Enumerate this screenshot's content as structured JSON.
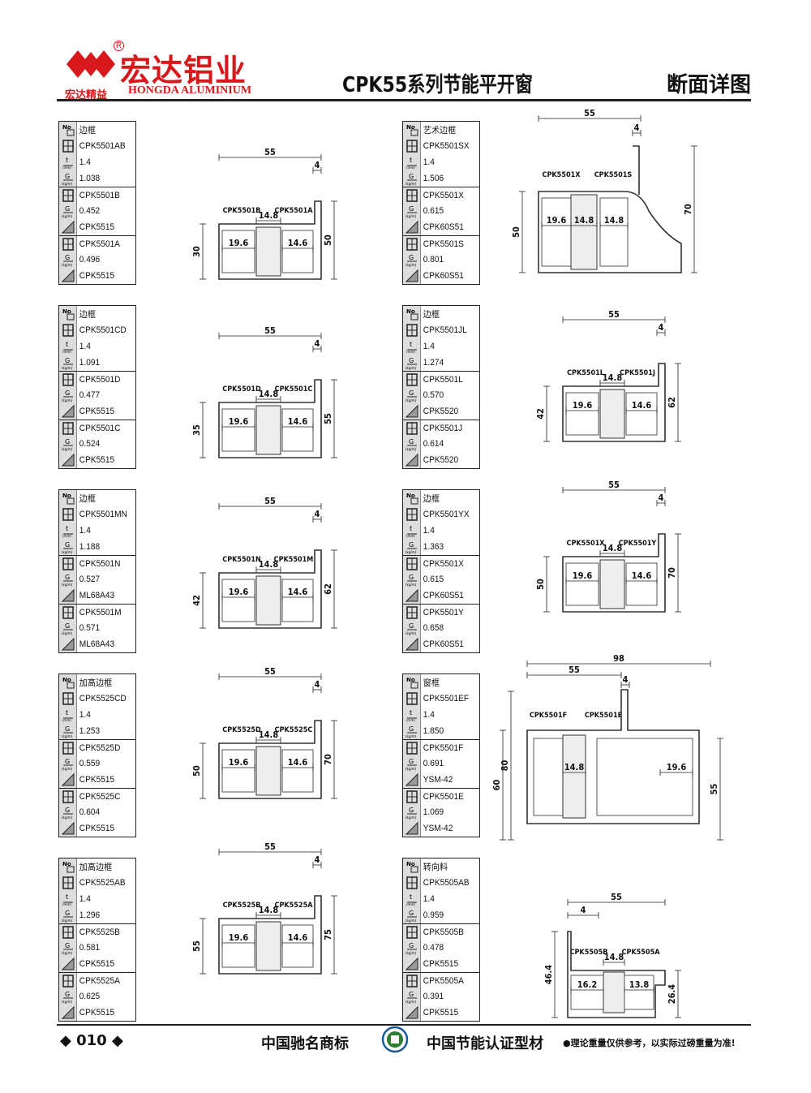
{
  "header": {
    "brand_cn": "宏达铝业",
    "brand_sub_cn": "宏达精益",
    "brand_en": "HONGDA ALUMINIUM",
    "reg_mark": "R",
    "title": "CPK55系列节能平开窗",
    "subtitle": "断面详图"
  },
  "footer": {
    "page": "◆ 010 ◆",
    "text_a": "中国驰名商标",
    "text_b": "中国节能认证型材",
    "text_c": "●理论重量仅供参考，以实际过磅重量为准!"
  },
  "tables": [
    {
      "rows": [
        [
          "name",
          "边框"
        ],
        [
          "code",
          "CPK5501AB"
        ],
        [
          "t",
          "1.4"
        ],
        [
          "g",
          "1.038"
        ],
        [
          "code",
          "CPK5501B"
        ],
        [
          "g",
          "0.452"
        ],
        [
          "die",
          "CPK5515"
        ],
        [
          "code",
          "CPK5501A"
        ],
        [
          "g",
          "0.496"
        ],
        [
          "die",
          "CPK5515"
        ]
      ]
    },
    {
      "rows": [
        [
          "name",
          "艺术边框"
        ],
        [
          "code",
          "CPK5501SX"
        ],
        [
          "t",
          "1.4"
        ],
        [
          "g",
          "1.506"
        ],
        [
          "code",
          "CPK5501X"
        ],
        [
          "g",
          "0.615"
        ],
        [
          "die",
          "CPK60S51"
        ],
        [
          "code",
          "CPK5501S"
        ],
        [
          "g",
          "0.801"
        ],
        [
          "die",
          "CPK60S51"
        ]
      ]
    },
    {
      "rows": [
        [
          "name",
          "边框"
        ],
        [
          "code",
          "CPK5501CD"
        ],
        [
          "t",
          "1.4"
        ],
        [
          "g",
          "1.091"
        ],
        [
          "code",
          "CPK5501D"
        ],
        [
          "g",
          "0.477"
        ],
        [
          "die",
          "CPK5515"
        ],
        [
          "code",
          "CPK5501C"
        ],
        [
          "g",
          "0.524"
        ],
        [
          "die",
          "CPK5515"
        ]
      ]
    },
    {
      "rows": [
        [
          "name",
          "边框"
        ],
        [
          "code",
          "CPK5501JL"
        ],
        [
          "t",
          "1.4"
        ],
        [
          "g",
          "1.274"
        ],
        [
          "code",
          "CPK5501L"
        ],
        [
          "g",
          "0.570"
        ],
        [
          "die",
          "CPK5520"
        ],
        [
          "code",
          "CPK5501J"
        ],
        [
          "g",
          "0.614"
        ],
        [
          "die",
          "CPK5520"
        ]
      ]
    },
    {
      "rows": [
        [
          "name",
          "边框"
        ],
        [
          "code",
          "CPK5501MN"
        ],
        [
          "t",
          "1.4"
        ],
        [
          "g",
          "1.188"
        ],
        [
          "code",
          "CPK5501N"
        ],
        [
          "g",
          "0.527"
        ],
        [
          "die",
          "ML68A43"
        ],
        [
          "code",
          "CPK5501M"
        ],
        [
          "g",
          "0.571"
        ],
        [
          "die",
          "ML68A43"
        ]
      ]
    },
    {
      "rows": [
        [
          "name",
          "边框"
        ],
        [
          "code",
          "CPK5501YX"
        ],
        [
          "t",
          "1.4"
        ],
        [
          "g",
          "1.363"
        ],
        [
          "code",
          "CPK5501X"
        ],
        [
          "g",
          "0.615"
        ],
        [
          "die",
          "CPK60S51"
        ],
        [
          "code",
          "CPK5501Y"
        ],
        [
          "g",
          "0.658"
        ],
        [
          "die",
          "CPK60S51"
        ]
      ]
    },
    {
      "rows": [
        [
          "name",
          "加高边框"
        ],
        [
          "code",
          "CPK5525CD"
        ],
        [
          "t",
          "1.4"
        ],
        [
          "g",
          "1.253"
        ],
        [
          "code",
          "CPK5525D"
        ],
        [
          "g",
          "0.559"
        ],
        [
          "die",
          "CPK5515"
        ],
        [
          "code",
          "CPK5525C"
        ],
        [
          "g",
          "0.604"
        ],
        [
          "die",
          "CPK5515"
        ]
      ]
    },
    {
      "rows": [
        [
          "name",
          "窗框"
        ],
        [
          "code",
          "CPK5501EF"
        ],
        [
          "t",
          "1.4"
        ],
        [
          "g",
          "1.850"
        ],
        [
          "code",
          "CPK5501F"
        ],
        [
          "g",
          "0.691"
        ],
        [
          "die",
          "YSM-42"
        ],
        [
          "code",
          "CPK5501E"
        ],
        [
          "g",
          "1.069"
        ],
        [
          "die",
          "YSM-42"
        ]
      ]
    },
    {
      "rows": [
        [
          "name",
          "加高边框"
        ],
        [
          "code",
          "CPK5525AB"
        ],
        [
          "t",
          "1.4"
        ],
        [
          "g",
          "1.296"
        ],
        [
          "code",
          "CPK5525B"
        ],
        [
          "g",
          "0.581"
        ],
        [
          "die",
          "CPK5515"
        ],
        [
          "code",
          "CPK5525A"
        ],
        [
          "g",
          "0.625"
        ],
        [
          "die",
          "CPK5515"
        ]
      ]
    },
    {
      "rows": [
        [
          "name",
          "转向料"
        ],
        [
          "code",
          "CPK5505AB"
        ],
        [
          "t",
          "1.4"
        ],
        [
          "g",
          "0.959"
        ],
        [
          "code",
          "CPK5505B"
        ],
        [
          "g",
          "0.478"
        ],
        [
          "die",
          "CPK5515"
        ],
        [
          "code",
          "CPK5505A"
        ],
        [
          "g",
          "0.391"
        ],
        [
          "die",
          "CPK5515"
        ]
      ]
    }
  ],
  "drawings": [
    {
      "left": "CPK5501B",
      "right": "CPK5501A",
      "w": "55",
      "s": "4",
      "a": "19.6",
      "b": "14.8",
      "c": "14.6",
      "h1": "30",
      "h2": "50"
    },
    {
      "left": "CPK5501X",
      "right": "CPK5501S",
      "w": "55",
      "s": "4",
      "a": "19.6",
      "b": "14.8",
      "c": "14.8",
      "h1": "50",
      "h2": "70"
    },
    {
      "left": "CPK5501D",
      "right": "CPK5501C",
      "w": "55",
      "s": "4",
      "a": "19.6",
      "b": "14.8",
      "c": "14.6",
      "h1": "35",
      "h2": "55"
    },
    {
      "left": "CPK5501L",
      "right": "CPK5501J",
      "w": "55",
      "s": "4",
      "a": "19.6",
      "b": "14.8",
      "c": "14.6",
      "h1": "42",
      "h2": "62"
    },
    {
      "left": "CPK5501N",
      "right": "CPK5501M",
      "w": "55",
      "s": "4",
      "a": "19.6",
      "b": "14.8",
      "c": "14.6",
      "h1": "42",
      "h2": "62"
    },
    {
      "left": "CPK5501X",
      "right": "CPK5501Y",
      "w": "55",
      "s": "4",
      "a": "19.6",
      "b": "14.8",
      "c": "14.6",
      "h1": "50",
      "h2": "70"
    },
    {
      "left": "CPK5525D",
      "right": "CPK5525C",
      "w": "55",
      "s": "4",
      "a": "19.6",
      "b": "14.8",
      "c": "14.6",
      "h1": "50",
      "h2": "70"
    },
    {
      "left": "CPK5501F",
      "right": "CPK5501E",
      "w": "55",
      "s": "4",
      "a": "14.8",
      "b": "19.6",
      "total": "98",
      "h1": "60",
      "h2": "80",
      "h3": "55"
    },
    {
      "left": "CPK5525B",
      "right": "CPK5525A",
      "w": "55",
      "s": "4",
      "a": "19.6",
      "b": "14.8",
      "c": "14.6",
      "h1": "55",
      "h2": "75"
    },
    {
      "left": "CPK5505B",
      "right": "CPK5505A",
      "w": "55",
      "s": "4",
      "a": "16.2",
      "b": "14.8",
      "c": "13.8",
      "h1": "46.4",
      "h2": "26.4"
    }
  ]
}
